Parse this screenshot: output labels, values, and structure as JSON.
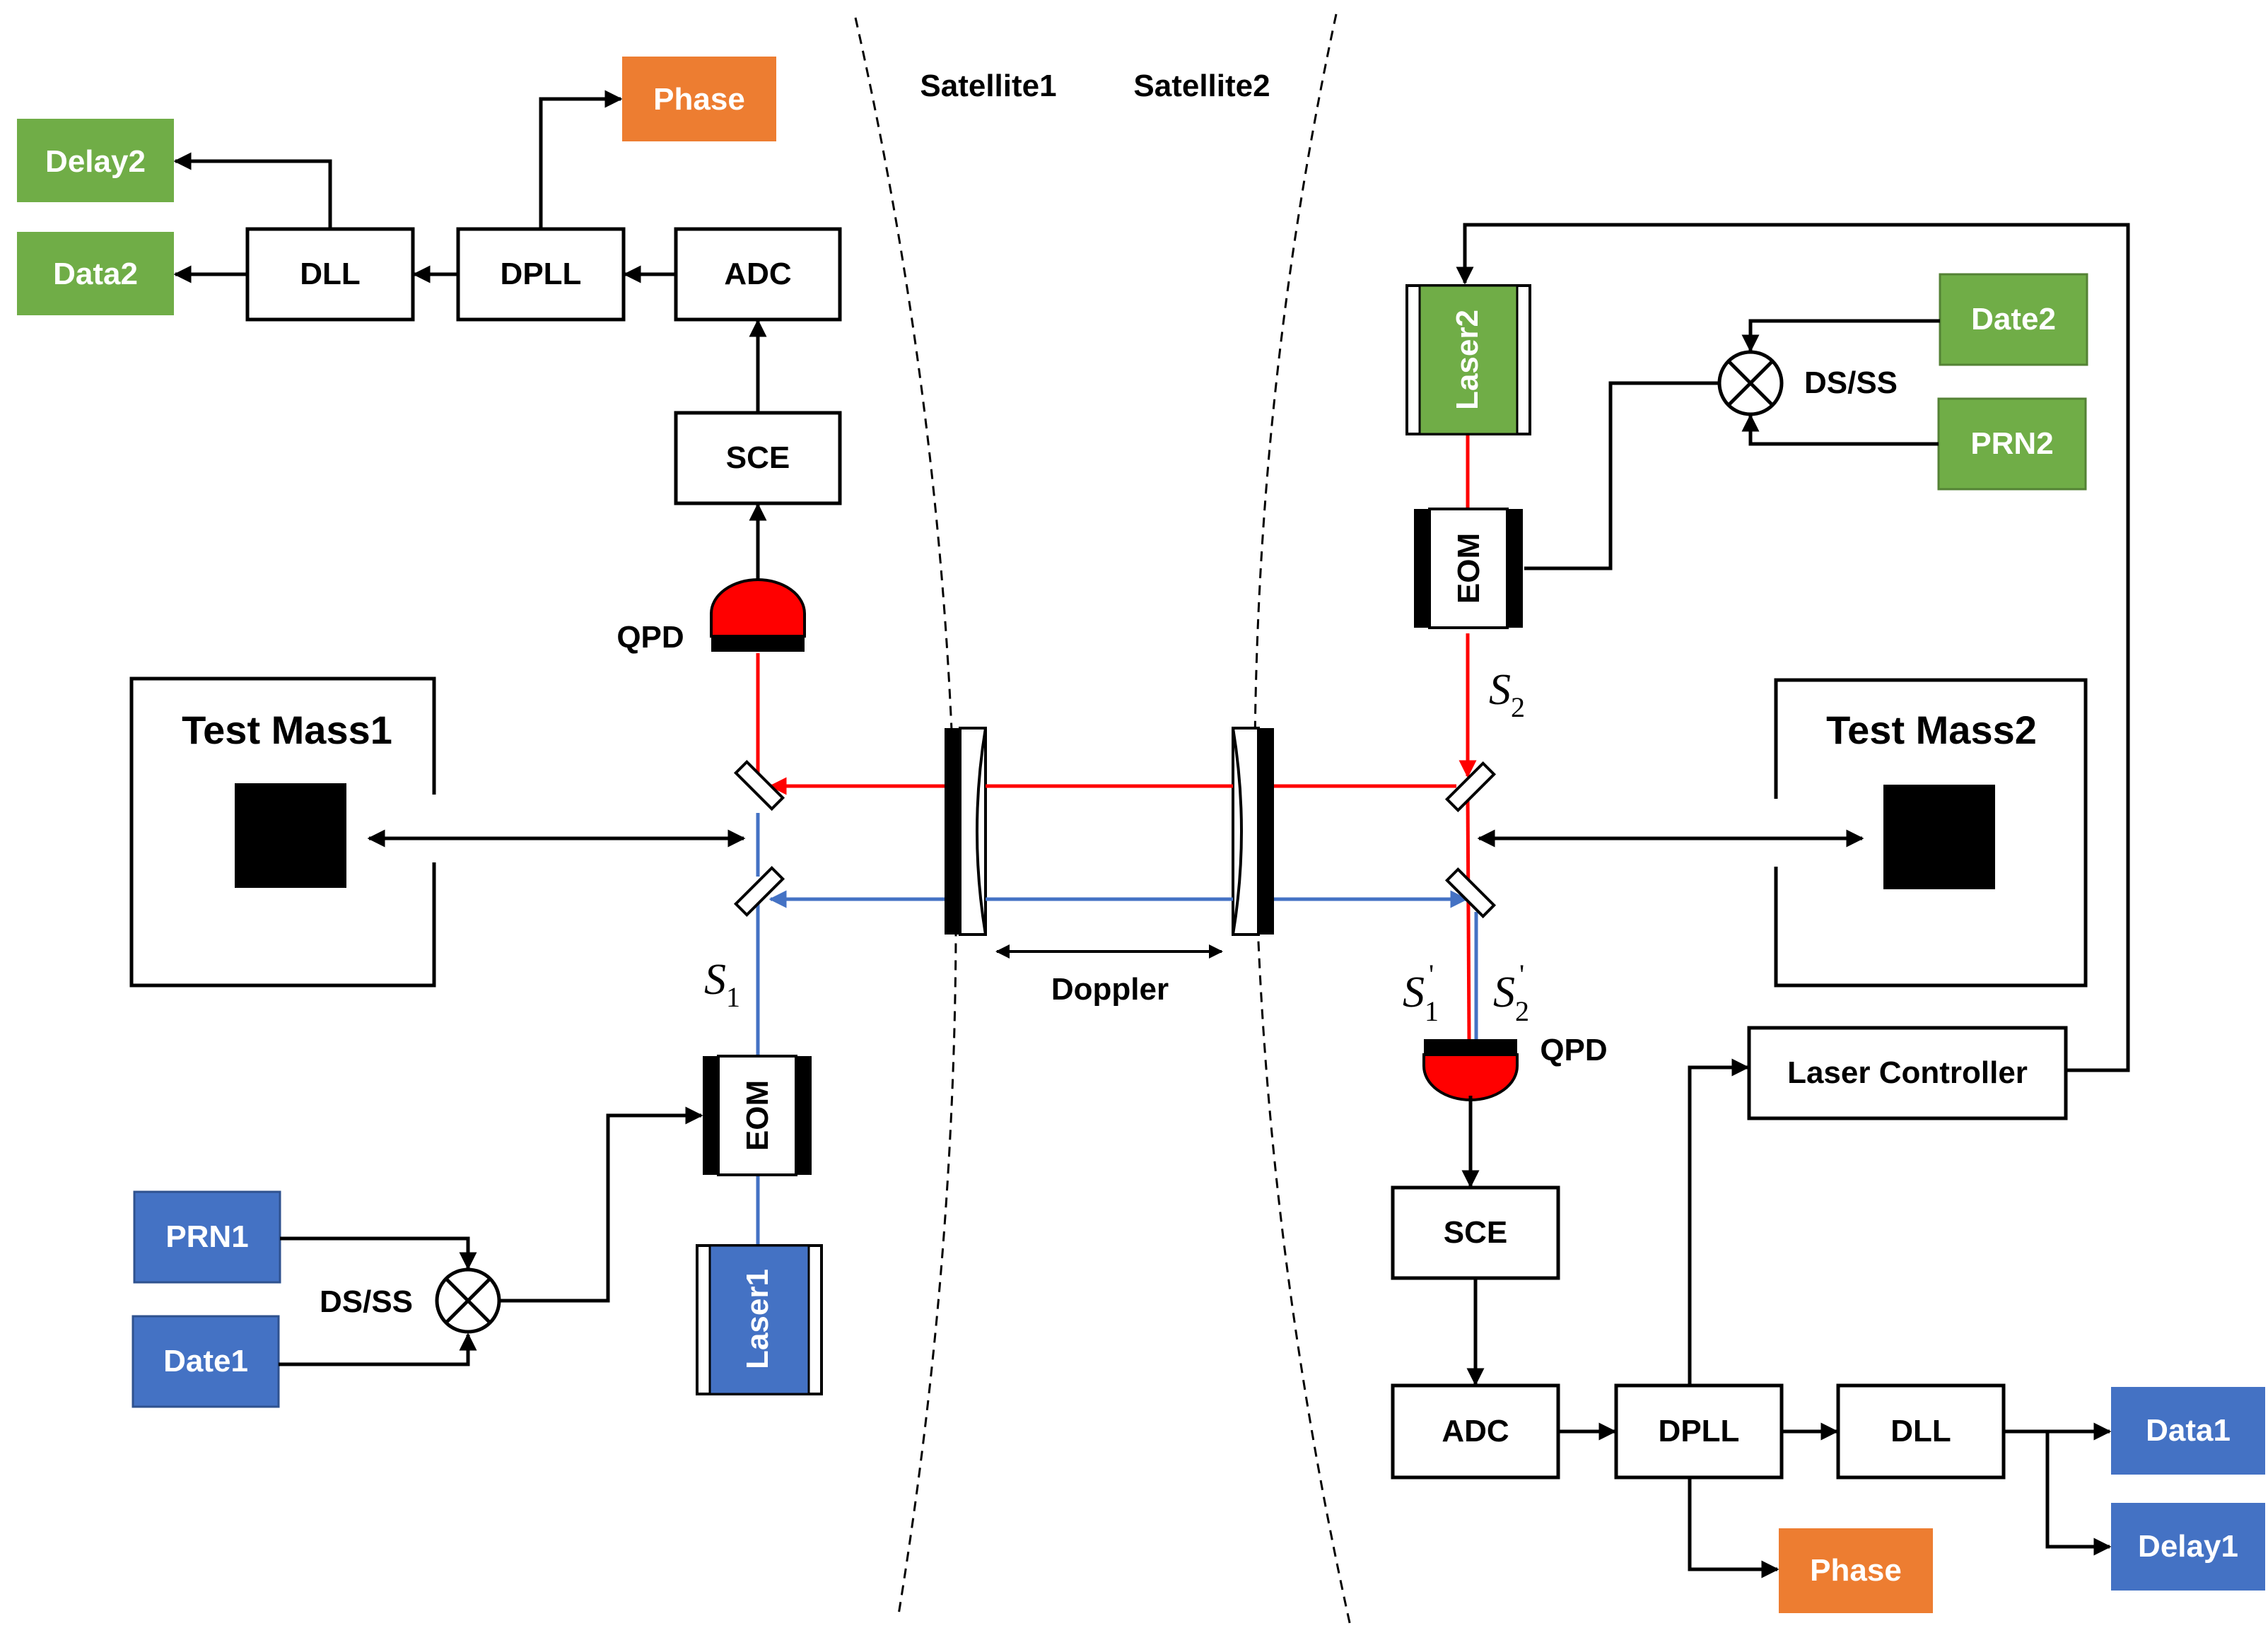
{
  "header": {
    "satellite1": "Satellite1",
    "satellite2": "Satellite2"
  },
  "left": {
    "test_mass": "Test Mass1",
    "delay": "Delay2",
    "data": "Data2",
    "phase": "Phase",
    "dll": "DLL",
    "dpll": "DPLL",
    "adc": "ADC",
    "sce": "SCE",
    "qpd": "QPD",
    "eom": "EOM",
    "laser": "Laser1",
    "prn": "PRN1",
    "date": "Date1",
    "dsss": "DS/SS",
    "signal": "S",
    "signal_sub": "1"
  },
  "right": {
    "test_mass": "Test Mass2",
    "laser": "Laser2",
    "eom": "EOM",
    "date": "Date2",
    "prn": "PRN2",
    "dsss": "DS/SS",
    "signal": "S",
    "signal_sub": "2",
    "rx_signal_a": "S",
    "rx_signal_a_sub": "1",
    "rx_signal_a_sup": "'",
    "rx_signal_b": "S",
    "rx_signal_b_sub": "2",
    "rx_signal_b_sup": "'",
    "qpd": "QPD",
    "laser_controller": "Laser Controller",
    "sce": "SCE",
    "adc": "ADC",
    "dpll": "DPLL",
    "dll": "DLL",
    "data": "Data1",
    "delay": "Delay1",
    "phase": "Phase"
  },
  "center": {
    "doppler": "Doppler"
  },
  "colors": {
    "green": "#70AD47",
    "blue": "#4472C4",
    "orange": "#ED7D31",
    "red_beam": "#FF0000",
    "blue_beam": "#4472C4"
  },
  "icons": {
    "qpd": "photodetector-icon",
    "mixer": "multiplier-icon",
    "mirror": "beam-splitter-icon",
    "telescope": "telescope-lens-icon"
  }
}
